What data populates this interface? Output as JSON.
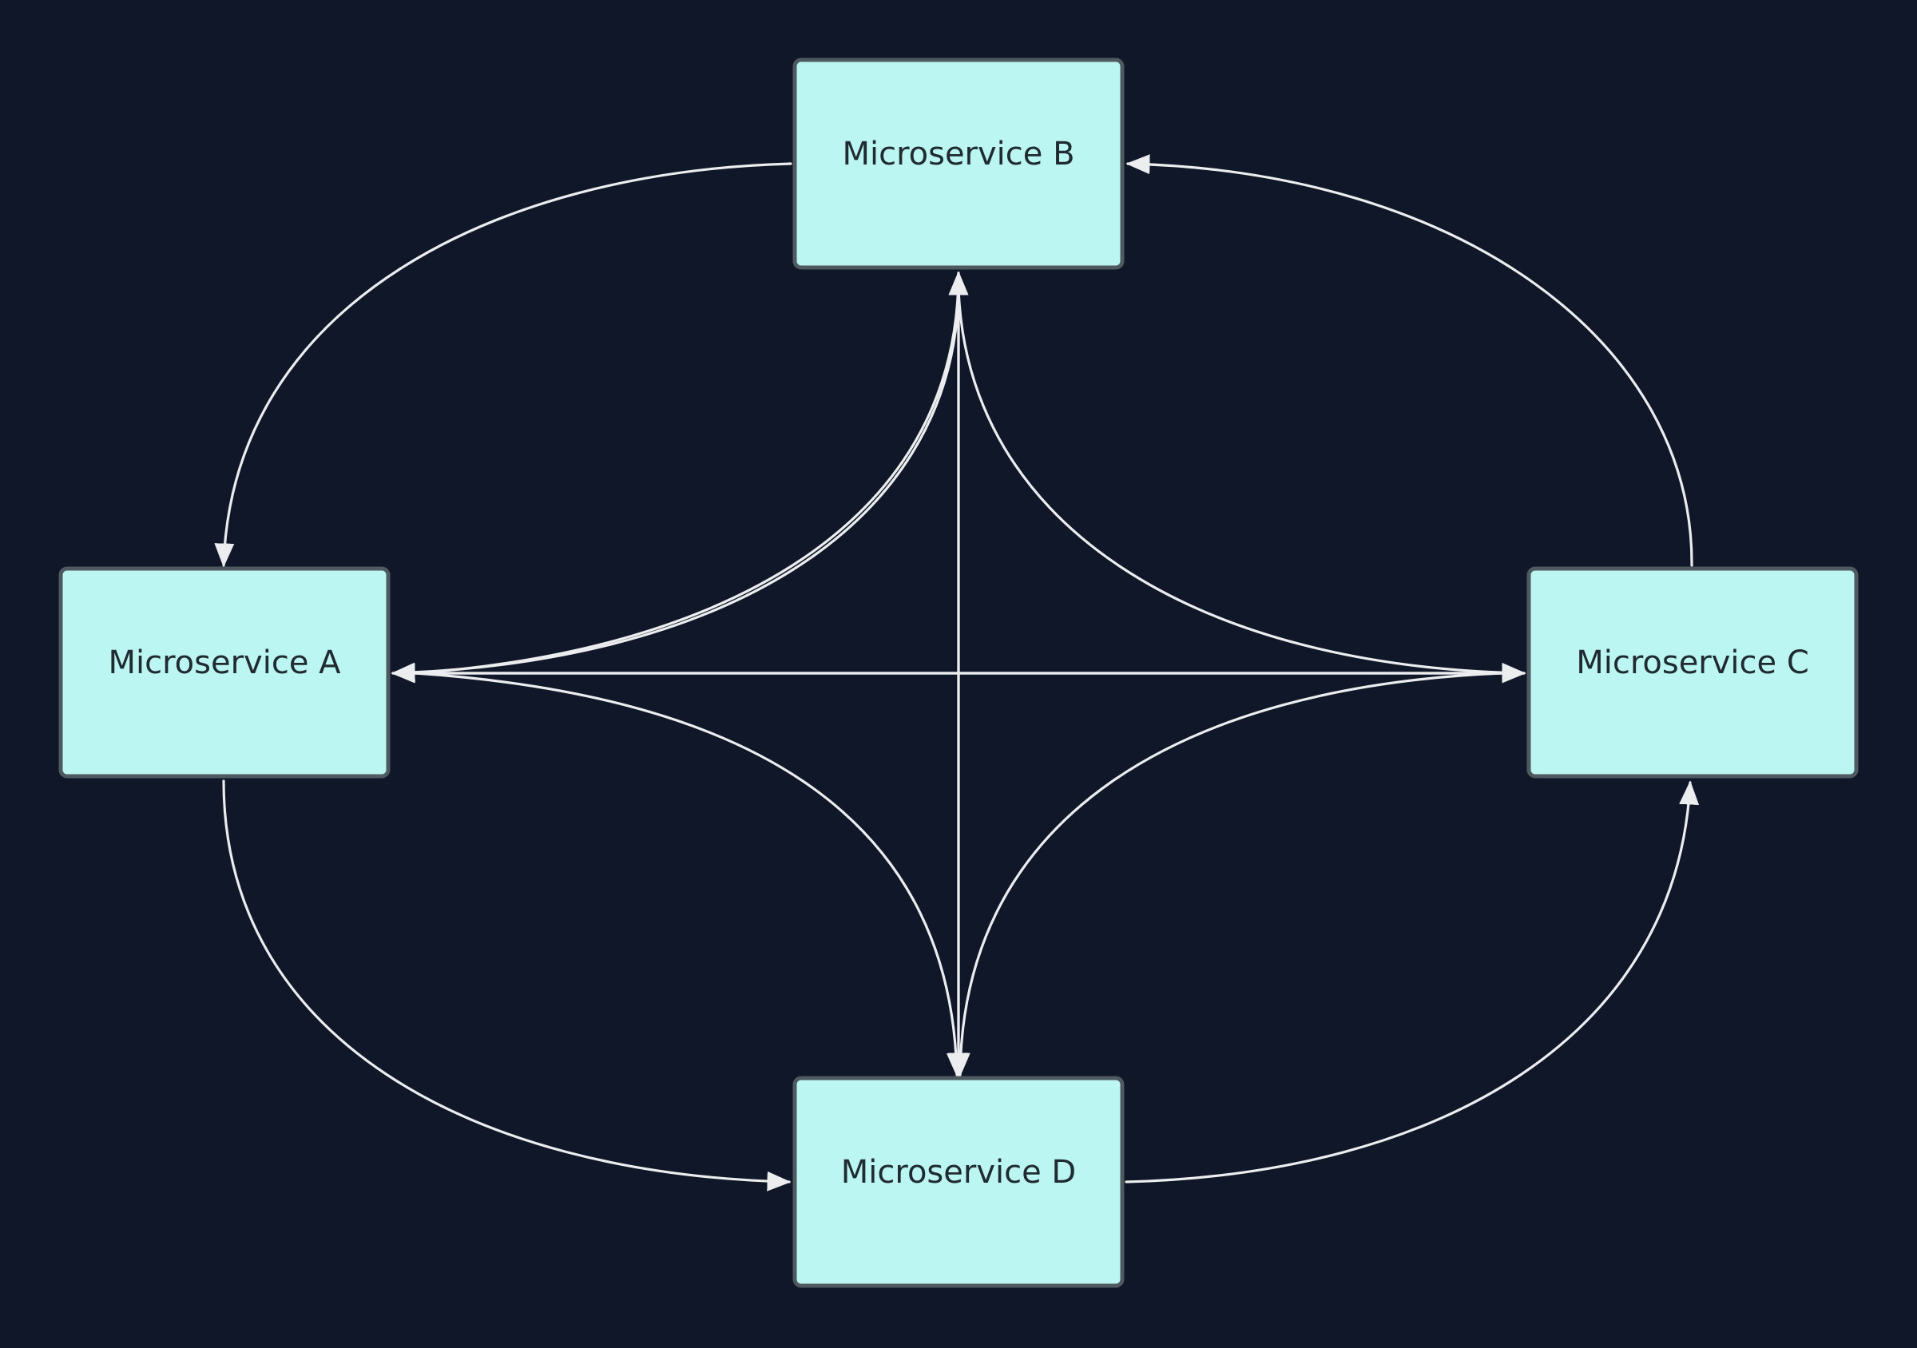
{
  "diagram": {
    "background_color": "#0f1728",
    "node_fill_color": "#bbf6f2",
    "node_border_color": "#4e5a60",
    "edge_color": "#ecedef",
    "nodes": [
      {
        "id": "A",
        "label": "Microservice A"
      },
      {
        "id": "B",
        "label": "Microservice B"
      },
      {
        "id": "C",
        "label": "Microservice C"
      },
      {
        "id": "D",
        "label": "Microservice D"
      }
    ],
    "edges": [
      {
        "from": "B",
        "to": "A"
      },
      {
        "from": "C",
        "to": "B"
      },
      {
        "from": "A",
        "to": "D"
      },
      {
        "from": "D",
        "to": "C"
      },
      {
        "from": "A",
        "to": "B"
      },
      {
        "from": "B",
        "to": "C"
      },
      {
        "from": "A",
        "to": "C"
      },
      {
        "from": "C",
        "to": "A"
      },
      {
        "from": "A",
        "to": "D"
      },
      {
        "from": "C",
        "to": "D"
      },
      {
        "from": "D",
        "to": "B"
      },
      {
        "from": "B",
        "to": "D"
      }
    ]
  }
}
